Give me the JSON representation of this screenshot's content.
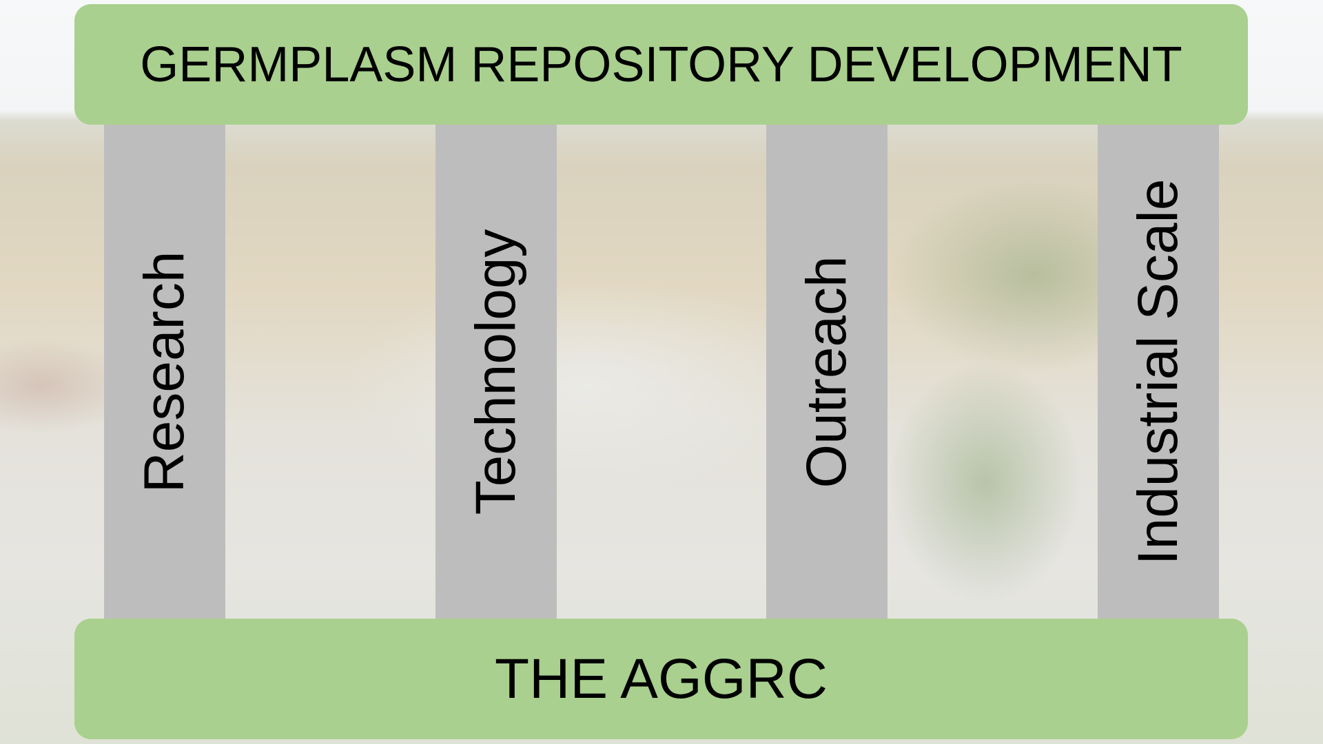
{
  "title": "GERMPLASM REPOSITORY DEVELOPMENT",
  "pillars": [
    "Research",
    "Technology",
    "Outreach",
    "Industrial Scale"
  ],
  "foundation": "THE AGGRC",
  "colors": {
    "bar": "#a9d08e",
    "pillar": "#bdbdbd"
  }
}
